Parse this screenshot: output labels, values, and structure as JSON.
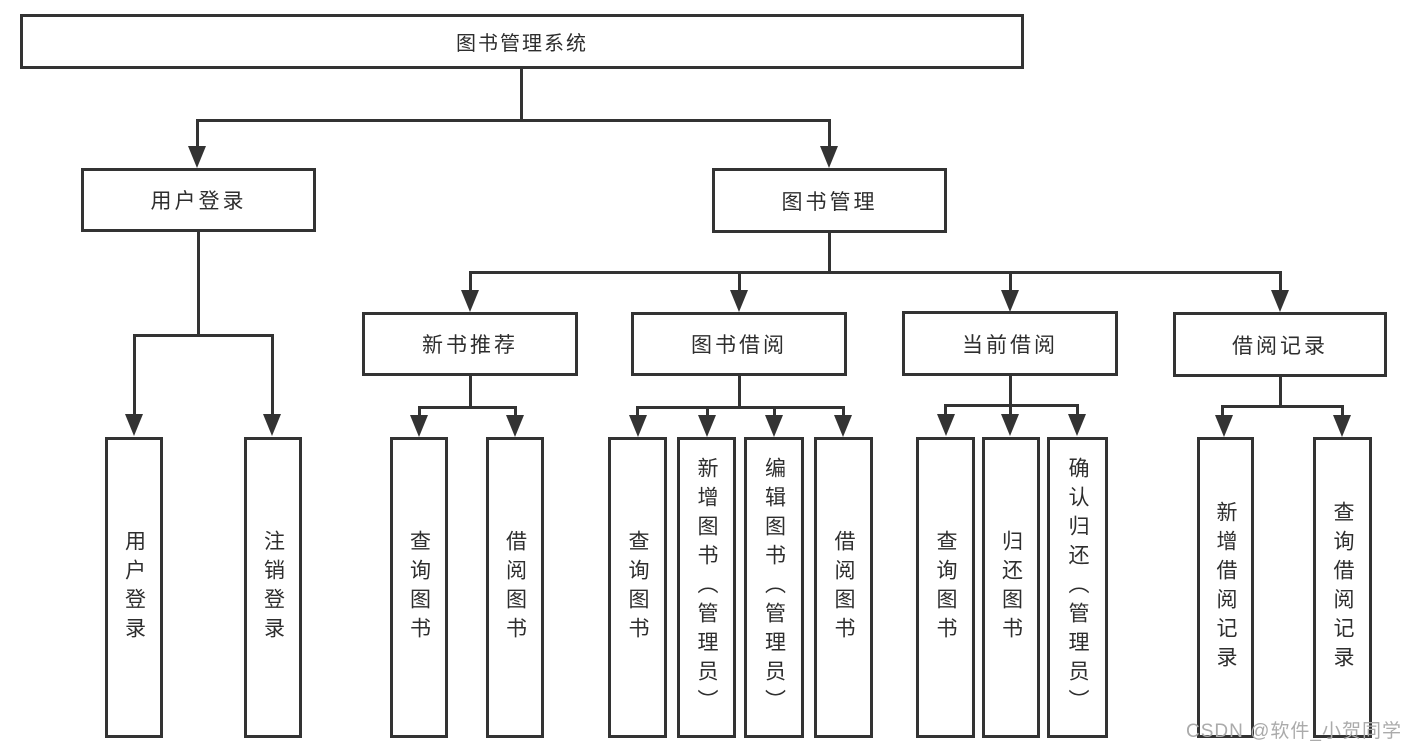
{
  "tree": {
    "root": {
      "label": "图书管理系统"
    },
    "children": [
      {
        "label": "用户登录",
        "children": [
          {
            "label": "用户登录"
          },
          {
            "label": "注销登录"
          }
        ]
      },
      {
        "label": "图书管理",
        "children": [
          {
            "label": "新书推荐",
            "children": [
              {
                "label": "查询图书"
              },
              {
                "label": "借阅图书"
              }
            ]
          },
          {
            "label": "图书借阅",
            "children": [
              {
                "label": "查询图书"
              },
              {
                "label": "新增图书（管理员）"
              },
              {
                "label": "编辑图书（管理员）"
              },
              {
                "label": "借阅图书"
              }
            ]
          },
          {
            "label": "当前借阅",
            "children": [
              {
                "label": "查询图书"
              },
              {
                "label": "归还图书"
              },
              {
                "label": "确认归还（管理员）"
              }
            ]
          },
          {
            "label": "借阅记录",
            "children": [
              {
                "label": "新增借阅记录"
              },
              {
                "label": "查询借阅记录"
              }
            ]
          }
        ]
      }
    ]
  },
  "watermark": "CSDN @软件_小贺同学",
  "colors": {
    "line": "#333333",
    "text": "#2e2e2e",
    "box_bg": "#ffffff",
    "watermark": "#ababab",
    "background": "#ffffff"
  }
}
